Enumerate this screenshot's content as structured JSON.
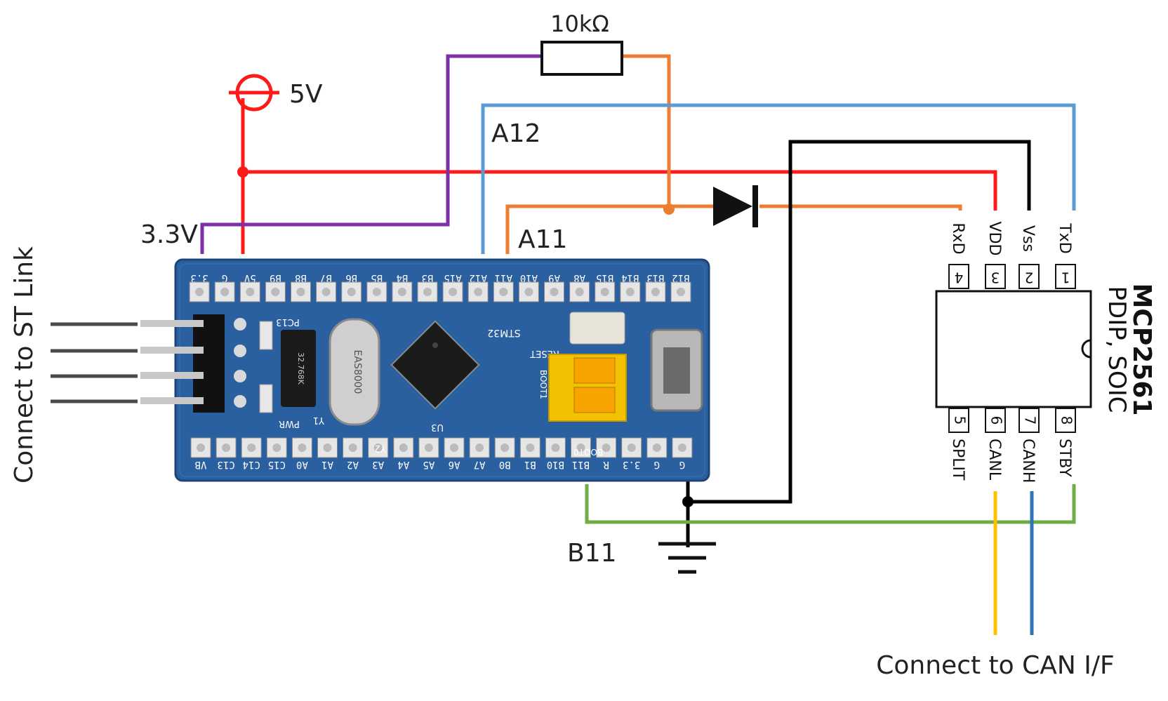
{
  "labels": {
    "resistor": "10kΩ",
    "supply_5v": "5V",
    "pin_a12": "A12",
    "pin_a11": "A11",
    "supply_3v3": "3.3V",
    "pin_b11": "B11",
    "st_link": "Connect to ST Link",
    "can_if": "Connect to CAN I/F"
  },
  "board": {
    "top_pins": [
      "B12",
      "B13",
      "B14",
      "B15",
      "A8",
      "A9",
      "A10",
      "A11",
      "A12",
      "A15",
      "B3",
      "B4",
      "B5",
      "B6",
      "B7",
      "B8",
      "B9",
      "5V",
      "G",
      "3.3"
    ],
    "bottom_pins": [
      "VB",
      "C13",
      "C14",
      "C15",
      "A0",
      "A1",
      "A2",
      "A3",
      "A4",
      "A5",
      "A6",
      "A7",
      "B0",
      "B1",
      "B10",
      "B11",
      "R",
      "3.3",
      "G",
      "G"
    ],
    "silk": {
      "mcu": "STM32",
      "reset": "RESET",
      "crystal": "EAS8000",
      "xtal32": "32.768K",
      "pc13": "PC13",
      "pwr": "PWR",
      "boot0": "BOOT0",
      "boot1": "BOOT1",
      "y1": "Y1",
      "y2": "Y2",
      "u3": "U3"
    }
  },
  "chip": {
    "name": "MCP2561",
    "package": "PDIP, SOIC",
    "top_pins": [
      {
        "num": "4",
        "name": "RxD"
      },
      {
        "num": "3",
        "name": "VDD"
      },
      {
        "num": "2",
        "name": "Vss"
      },
      {
        "num": "1",
        "name": "TxD"
      }
    ],
    "bottom_pins": [
      {
        "num": "5",
        "name": "SPLIT"
      },
      {
        "num": "6",
        "name": "CANL"
      },
      {
        "num": "7",
        "name": "CANH"
      },
      {
        "num": "8",
        "name": "STBY"
      }
    ]
  },
  "colors": {
    "red_5v": "#ff1a1a",
    "purple_3v3": "#7b2fa8",
    "blue_a12": "#5b9bd5",
    "orange_a11": "#ed7d31",
    "black_gnd": "#000000",
    "green_b11": "#70ad47",
    "yellow_canl": "#ffc000",
    "blue_canh": "#2e75b6",
    "board": "#2a5fa0"
  }
}
